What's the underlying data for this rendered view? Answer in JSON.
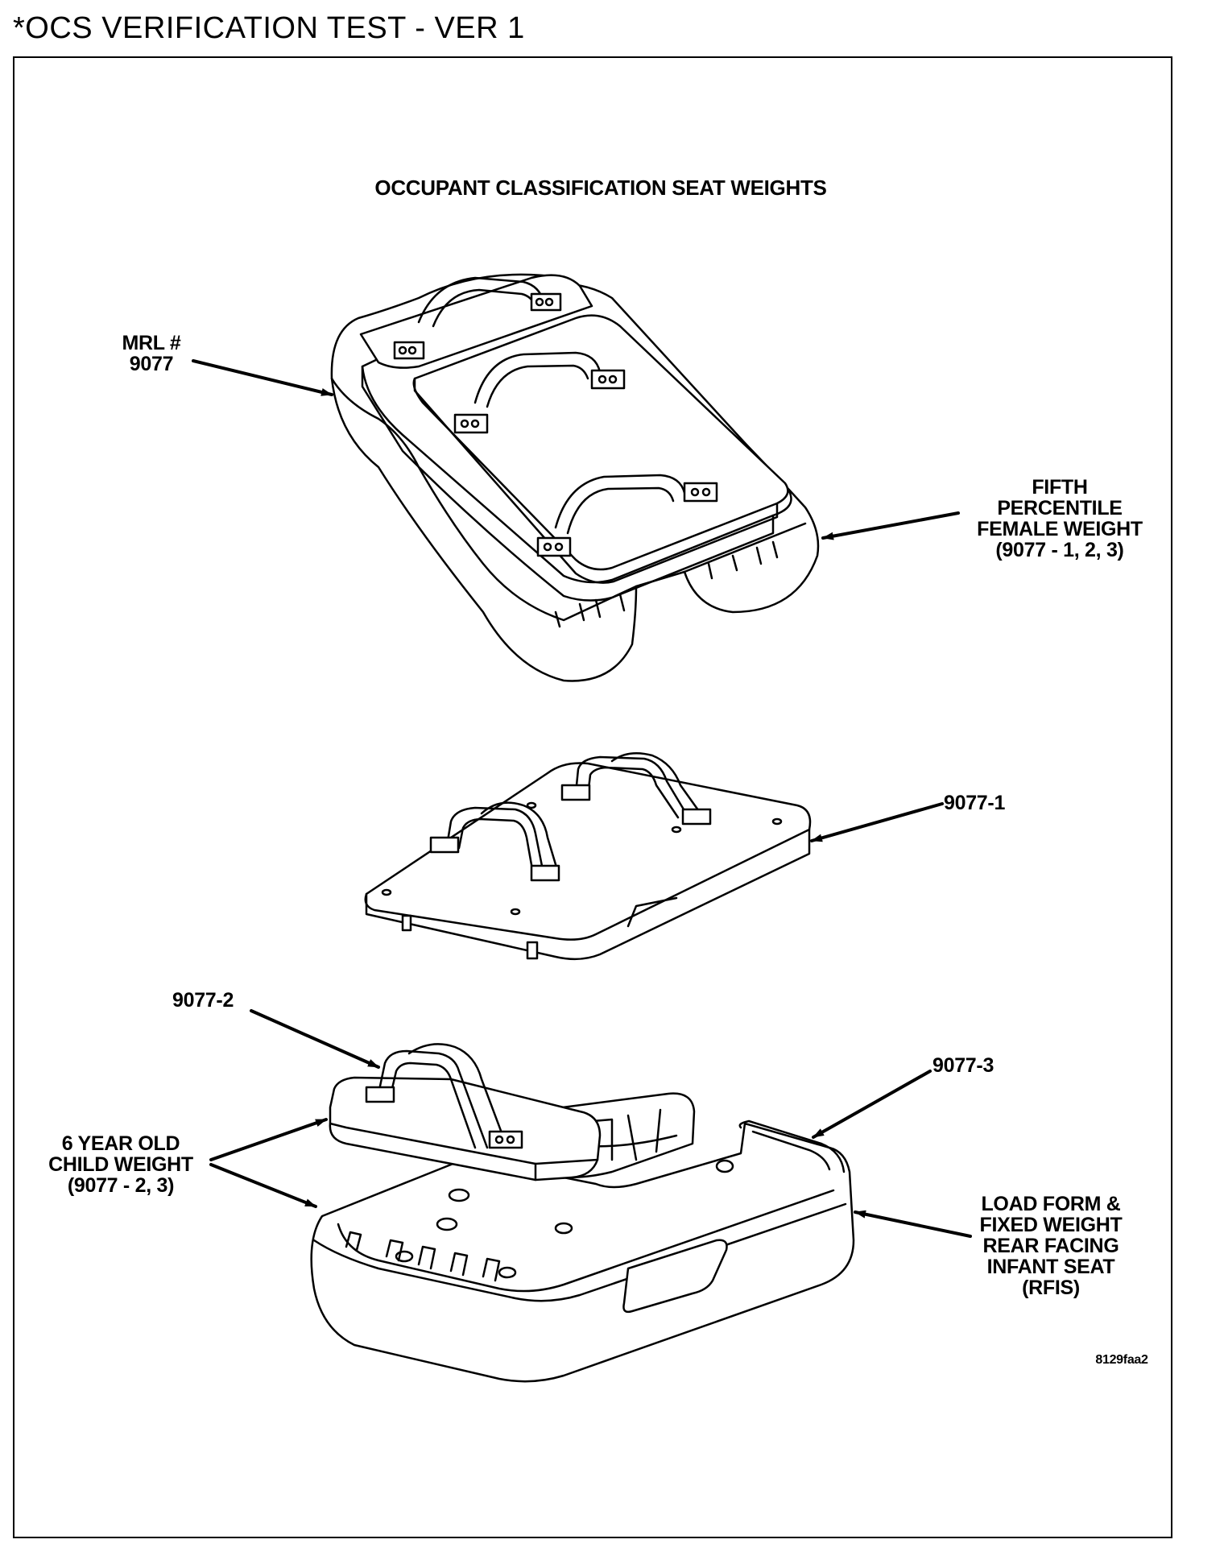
{
  "header": "*OCS VERIFICATION TEST - VER 1",
  "figure": {
    "title": "OCCUPANT CLASSIFICATION SEAT WEIGHTS",
    "callouts": {
      "mrl": "MRL #\n9077",
      "fifth": "FIFTH\nPERCENTILE\nFEMALE WEIGHT\n(9077 - 1, 2, 3)",
      "w1": "9077-1",
      "w2": "9077-2",
      "w3": "9077-3",
      "child": "6 YEAR OLD\nCHILD WEIGHT\n(9077 - 2, 3)",
      "rfis": "LOAD FORM &\nFIXED WEIGHT\nREAR FACING\nINFANT SEAT\n(RFIS)"
    },
    "code": "8129faa2"
  }
}
